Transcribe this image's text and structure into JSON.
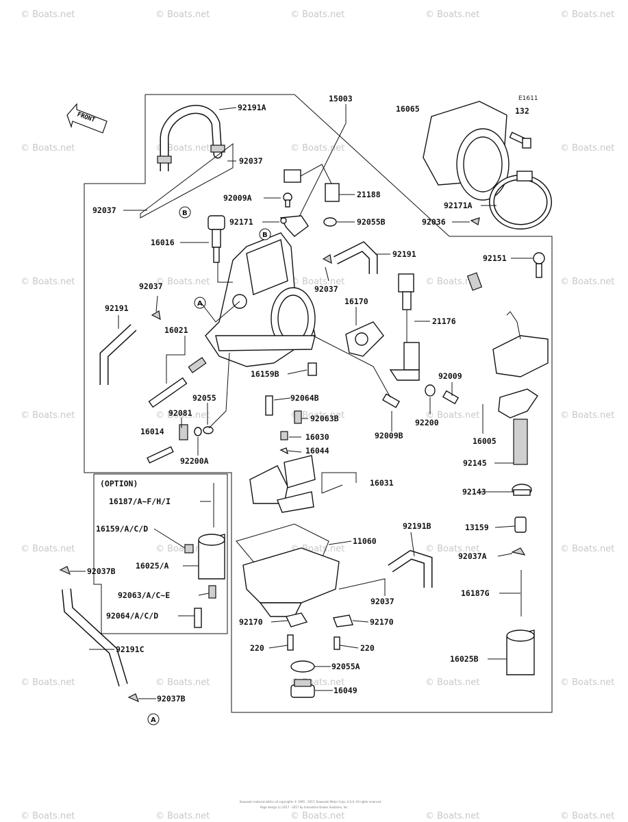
{
  "watermark": "© Boats.net",
  "figure_code": "E1611",
  "front_label": "FRONT",
  "option_label": "(OPTION)",
  "ref_a": "A",
  "ref_b": "B",
  "footer_line1": "Kawasaki material within all copyrights © 1995 - 2017, Kawasaki Motor Corp. U.S.A. All rights reserved.",
  "footer_line2": "Page design (c) 2017 - 2017 by Innovative Dealer Solutions, Inc.",
  "labels": {
    "p15003": "15003",
    "p16065": "16065",
    "p132": "132",
    "p92191A": "92191A",
    "p92037_top": "92037",
    "p92037_left": "92037",
    "p92009A": "92009A",
    "p21188": "21188",
    "p92171": "92171",
    "p92055B": "92055B",
    "p92171A": "92171A",
    "p92036": "92036",
    "p16016": "16016",
    "p92191_mid": "92191",
    "p92151": "92151",
    "p92037_a": "92037",
    "p92037_b": "92037",
    "p92191_left": "92191",
    "p16170": "16170",
    "p21176": "21176",
    "p16021": "16021",
    "p16159B": "16159B",
    "p92009": "92009",
    "p92055": "92055",
    "p92064B": "92064B",
    "p92081": "92081",
    "p92063B": "92063B",
    "p92009B": "92009B",
    "p92200": "92200",
    "p16005": "16005",
    "p16014": "16014",
    "p16030": "16030",
    "p92200A": "92200A",
    "p16044": "16044",
    "p92145": "92145",
    "p16031": "16031",
    "p16187": "16187/A~F/H/I",
    "p92143": "92143",
    "p16159": "16159/A/C/D",
    "p92191B": "92191B",
    "p13159": "13159",
    "p11060": "11060",
    "p16025": "16025/A",
    "p92037A": "92037A",
    "p92037B_top": "92037B",
    "p92063": "92063/A/C~E",
    "p92037_c": "92037",
    "p16187G": "16187G",
    "p92064": "92064/A/C/D",
    "p92170_l": "92170",
    "p92170_r": "92170",
    "p220_l": "220",
    "p220_r": "220",
    "p16025B": "16025B",
    "p92191C": "92191C",
    "p92055A": "92055A",
    "p16049": "16049",
    "p92037B_bot": "92037B"
  }
}
